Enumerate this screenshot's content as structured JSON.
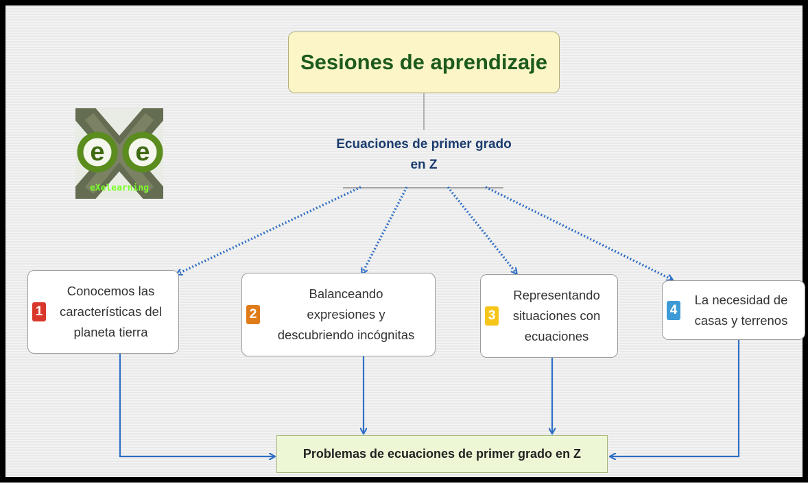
{
  "title": "Sesiones de aprendizaje",
  "subtitle": "Ecuaciones de primer grado en Z",
  "logo": {
    "text": "eXelearning",
    "letter": "e",
    "colors": {
      "ring": "#5a8c1e",
      "text": "#7cff2a"
    }
  },
  "sessions": [
    {
      "number": "1",
      "text": "Conocemos las\ncaracterísticas del\nplaneta tierra",
      "badge_color": "#d9372b"
    },
    {
      "number": "2",
      "text": "Balanceando\nexpresiones y\ndescubriendo incógnitas",
      "badge_color": "#e07b1a"
    },
    {
      "number": "3",
      "text": "Representando\nsituaciones con\necuaciones",
      "badge_color": "#f5c518"
    },
    {
      "number": "4",
      "text": "La necesidad de\ncasas y terrenos",
      "badge_color": "#3d9ad6"
    }
  ],
  "result": "Problemas de ecuaciones de primer grado en Z",
  "colors": {
    "connector": "#2f6fc4",
    "title_text": "#1d5a1d",
    "subtitle_text": "#1b3c6e"
  }
}
